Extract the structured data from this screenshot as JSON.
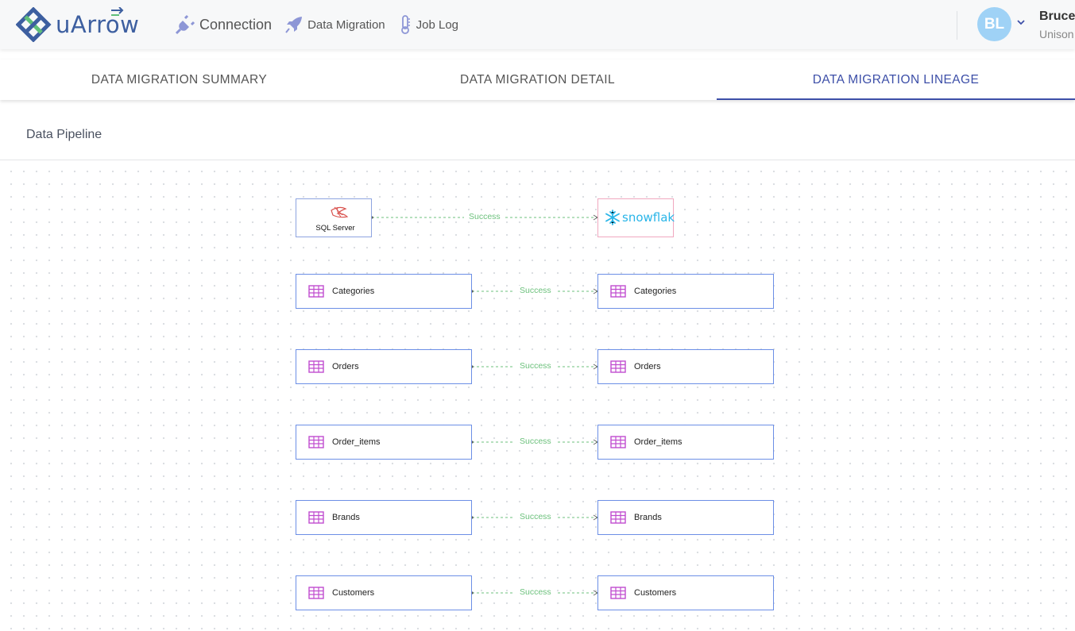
{
  "app": {
    "brand": "uArrow",
    "nav": [
      {
        "label": "Connection",
        "icon": "plug-icon"
      },
      {
        "label": "Data Migration",
        "icon": "rocket-icon"
      },
      {
        "label": "Job Log",
        "icon": "thermometer-icon"
      }
    ],
    "user": {
      "initials": "BL",
      "name": "Bruce",
      "org": "Unison"
    }
  },
  "tabs": [
    {
      "label": "DATA MIGRATION SUMMARY",
      "active": false
    },
    {
      "label": "DATA MIGRATION DETAIL",
      "active": false
    },
    {
      "label": "DATA MIGRATION LINEAGE",
      "active": true
    }
  ],
  "section": {
    "title": "Data Pipeline"
  },
  "pipeline": {
    "source": {
      "name": "SQL Server",
      "logo_text": "SQL Server",
      "icon": "sqlserver-logo"
    },
    "destination": {
      "name": "Snowflake",
      "logo_text": "snowflake",
      "icon": "snowflake-logo"
    },
    "connection_status": "Success",
    "tables": [
      {
        "source": "Categories",
        "target": "Categories",
        "status": "Success"
      },
      {
        "source": "Orders",
        "target": "Orders",
        "status": "Success"
      },
      {
        "source": "Order_items",
        "target": "Order_items",
        "status": "Success"
      },
      {
        "source": "Brands",
        "target": "Brands",
        "status": "Success"
      },
      {
        "source": "Customers",
        "target": "Customers",
        "status": "Success"
      }
    ]
  },
  "colors": {
    "accent": "#3d4fa8",
    "node_border": "#6c8fe6",
    "success": "#6cc17c",
    "table_icon": "#c04ccf",
    "avatar": "#9fd2f6"
  }
}
